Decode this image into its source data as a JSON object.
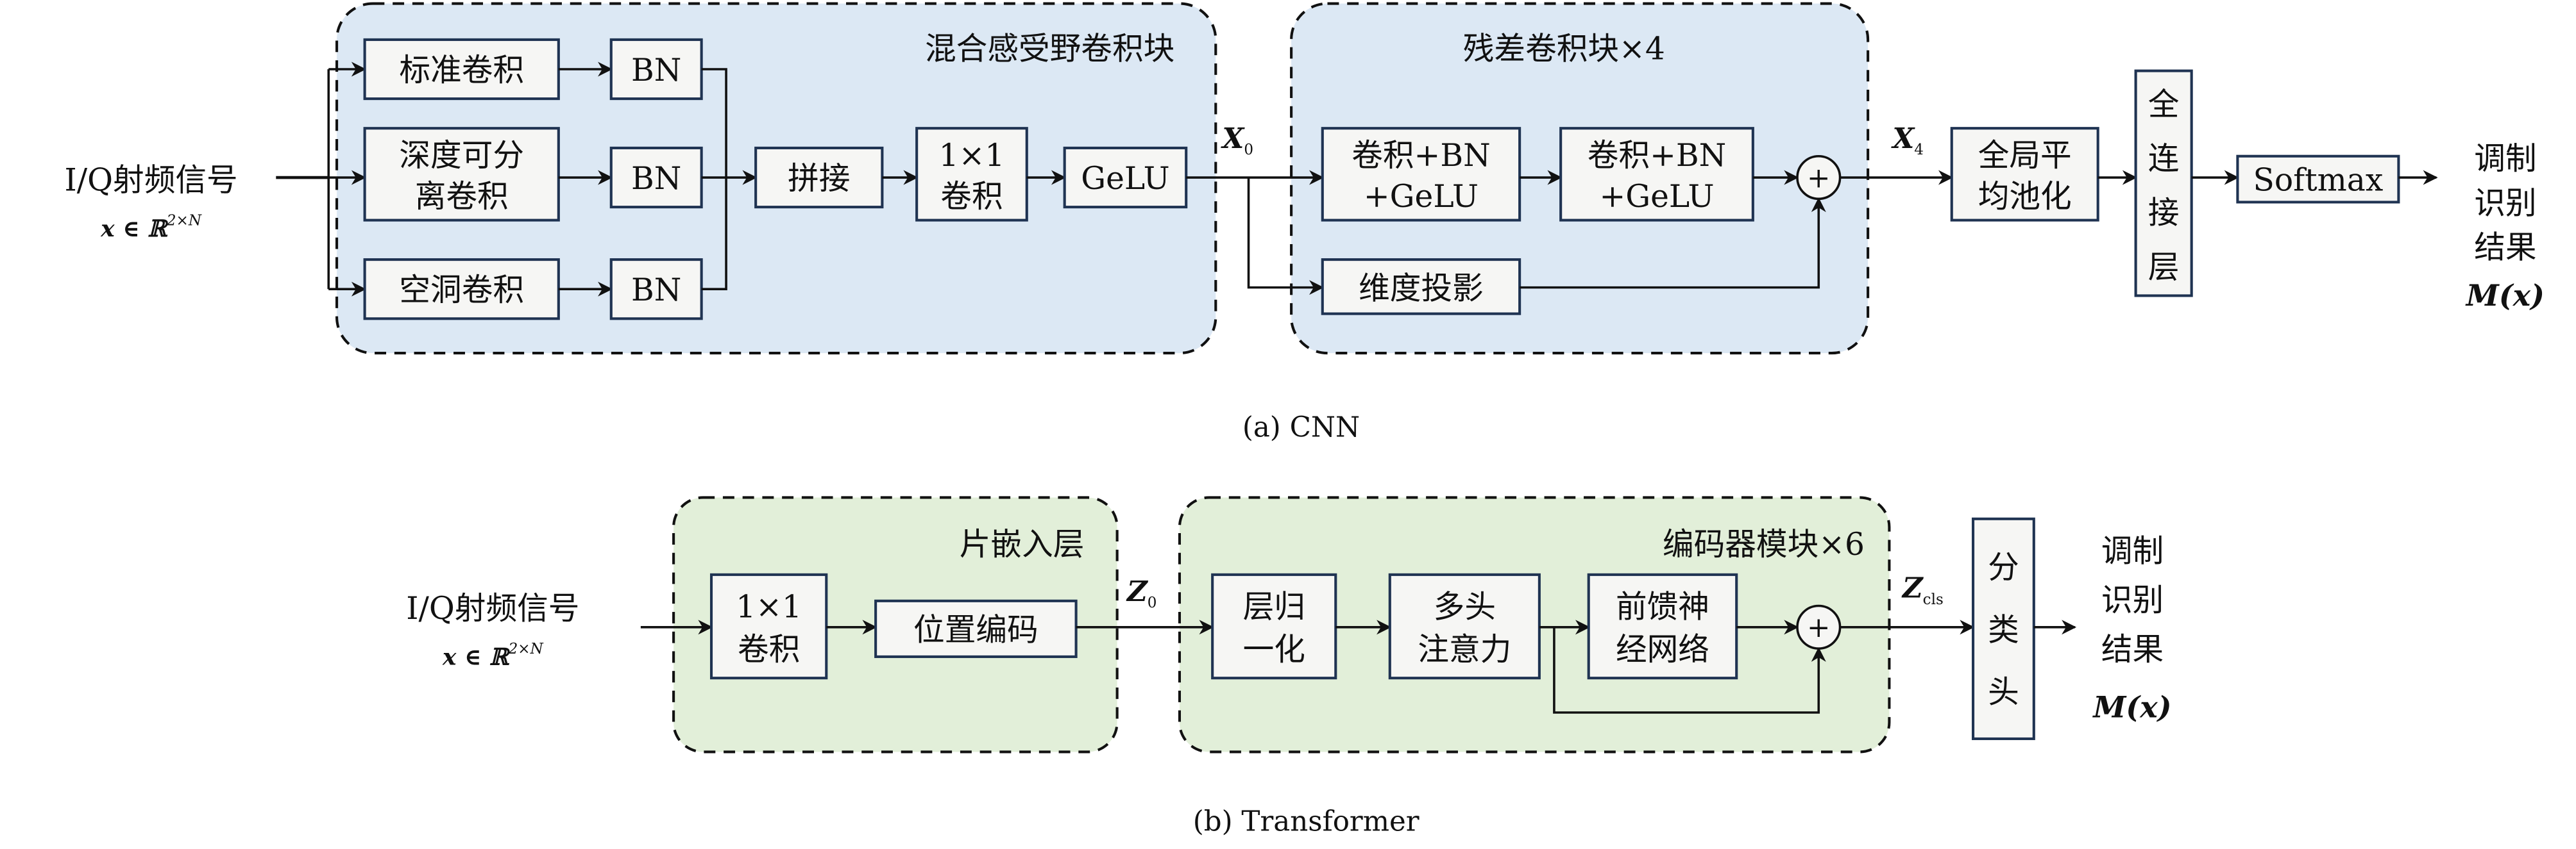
{
  "panel_a": {
    "caption": "(a) CNN",
    "input": {
      "label": "I/Q射频信号",
      "formula_main": "x ∈ ℝ",
      "formula_sup": "2×N"
    },
    "mixed_block": {
      "title": "混合感受野卷积块",
      "branches": [
        {
          "conv": [
            "标准卷积"
          ],
          "norm": "BN"
        },
        {
          "conv": [
            "深度可分",
            "离卷积"
          ],
          "norm": "BN"
        },
        {
          "conv": [
            "空洞卷积"
          ],
          "norm": "BN"
        }
      ],
      "concat": "拼接",
      "conv1x1": [
        "1×1",
        "卷积"
      ],
      "activation": "GeLU"
    },
    "x0_label": {
      "main": "X",
      "sub": "0"
    },
    "residual_block": {
      "title": "残差卷积块×4",
      "conv_bn_gelu_1": [
        "卷积+BN",
        "+GeLU"
      ],
      "conv_bn_gelu_2": [
        "卷积+BN",
        "+GeLU"
      ],
      "projection": "维度投影",
      "sum_symbol": "+"
    },
    "x4_label": {
      "main": "X",
      "sub": "4"
    },
    "gap": [
      "全局平",
      "均池化"
    ],
    "fc": [
      "全",
      "连",
      "接",
      "层"
    ],
    "softmax": "Softmax",
    "output": {
      "lines": [
        "调制",
        "识别",
        "结果"
      ],
      "formula": "M(x)"
    }
  },
  "panel_b": {
    "caption": "(b) Transformer",
    "input": {
      "label": "I/Q射频信号",
      "formula_main": "x ∈ ℝ",
      "formula_sup": "2×N"
    },
    "patch_embed": {
      "title": "片嵌入层",
      "conv1x1": [
        "1×1",
        "卷积"
      ],
      "pos_enc": "位置编码"
    },
    "z0_label": {
      "main": "Z",
      "sub": "0"
    },
    "encoder": {
      "title": "编码器模块×6",
      "layer_norm": [
        "层归",
        "一化"
      ],
      "mhsa": [
        "多头",
        "注意力"
      ],
      "ffn": [
        "前馈神",
        "经网络"
      ],
      "sum_symbol": "+"
    },
    "zcls_label": {
      "main": "Z",
      "sub": "cls"
    },
    "cls_head": [
      "分",
      "类",
      "头"
    ],
    "output": {
      "lines": [
        "调制",
        "识别",
        "结果"
      ],
      "formula": "M(x)"
    }
  }
}
